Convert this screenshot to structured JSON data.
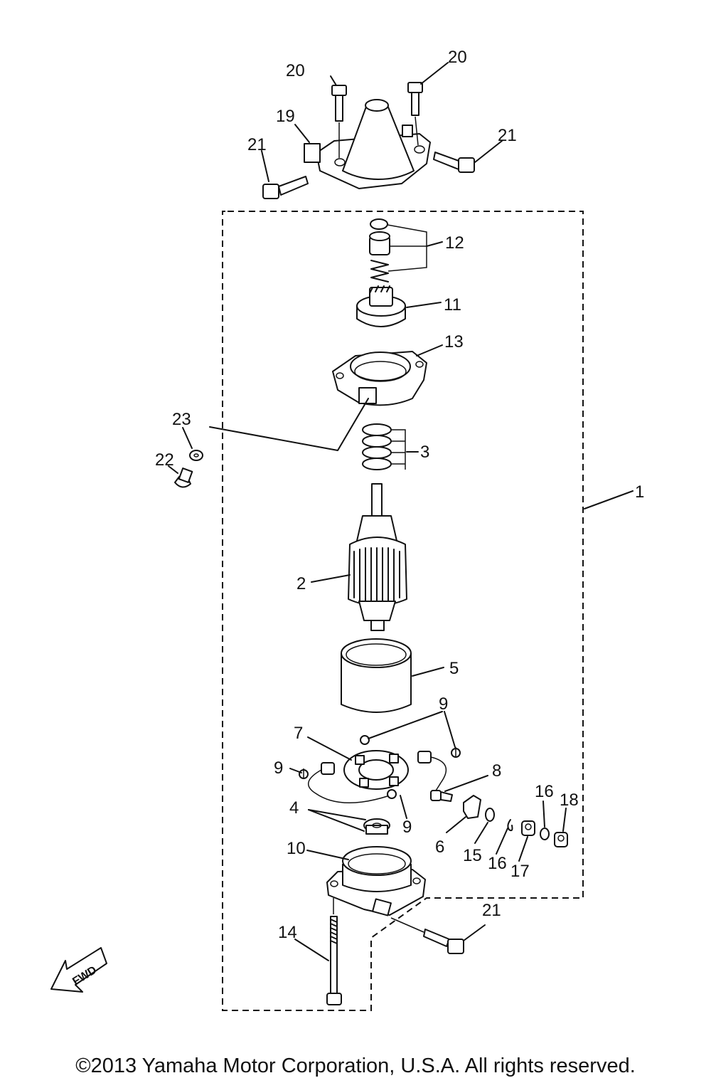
{
  "callouts": {
    "c1": "1",
    "c2": "2",
    "c3": "3",
    "c4": "4",
    "c5": "5",
    "c6": "6",
    "c7": "7",
    "c8": "8",
    "c9a": "9",
    "c9b": "9",
    "c9c": "9",
    "c10": "10",
    "c11": "11",
    "c12": "12",
    "c13": "13",
    "c14": "14",
    "c15": "15",
    "c16a": "16",
    "c16b": "16",
    "c17": "17",
    "c18": "18",
    "c19": "19",
    "c20a": "20",
    "c20b": "20",
    "c21a": "21",
    "c21b": "21",
    "c21c": "21",
    "c22": "22",
    "c23": "23"
  },
  "fwd_label": "FWD",
  "copyright": "©2013 Yamaha Motor Corporation, U.S.A. All rights reserved."
}
